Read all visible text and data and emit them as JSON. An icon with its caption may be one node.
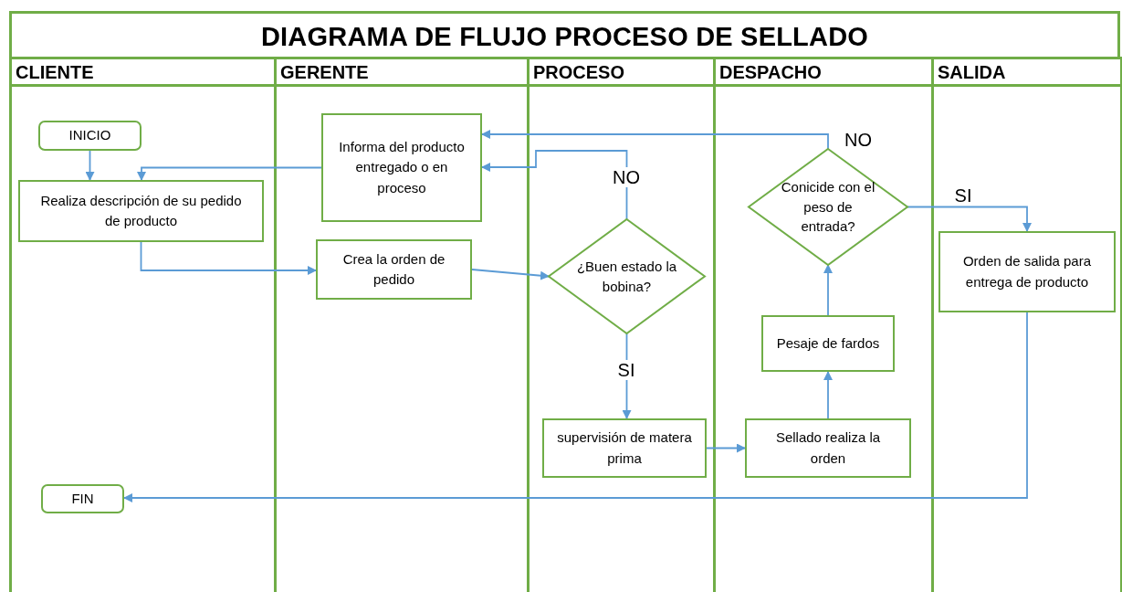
{
  "diagram": {
    "title": "DIAGRAMA DE FLUJO PROCESO DE SELLADO",
    "nodes": [
      {
        "text": [
          "CLIENTE"
        ]
      },
      {
        "text": [
          "GERENTE"
        ]
      },
      {
        "text": [
          "PROCESO"
        ]
      },
      {
        "text": [
          "DESPACHO"
        ]
      },
      {
        "text": [
          "SALIDA"
        ]
      },
      {
        "text": [
          "INICIO"
        ],
        "in": 0
      },
      {
        "text": [
          "Realiza descripción de su pedido de producto"
        ],
        "in": 0
      },
      {
        "text": [
          "FIN"
        ],
        "in": 0
      },
      {
        "text": [
          "Informa del producto entregado o en proceso"
        ],
        "in": 1
      },
      {
        "text": [
          "Crea la orden de pedido"
        ],
        "in": 1
      },
      {
        "text": [
          "¿Buen estado la bobina?"
        ],
        "in": 2
      },
      {
        "text": [
          "supervisión de matera prima"
        ],
        "in": 2
      },
      {
        "text": [
          "Conicide con el peso de entrada?"
        ],
        "in": 3
      },
      {
        "text": [
          "Pesaje de fardos"
        ],
        "in": 3
      },
      {
        "text": [
          "Sellado realiza la orden"
        ],
        "in": 3
      },
      {
        "text": [
          "Orden de salida para entrega de producto"
        ],
        "in": 4
      }
    ],
    "edges": [
      {
        "from": 5,
        "to": 6,
        "arrow": "to"
      },
      {
        "from": 8,
        "to": 6,
        "arrow": "to"
      },
      {
        "from": 6,
        "to": 9,
        "arrow": "to"
      },
      {
        "from": 9,
        "to": 10,
        "arrow": "to"
      },
      {
        "from": 10,
        "to": 8,
        "arrow": "to",
        "label": "NO"
      },
      {
        "from": 10,
        "to": 11,
        "arrow": "to",
        "label": "SI"
      },
      {
        "from": 11,
        "to": 14,
        "arrow": "to"
      },
      {
        "from": 14,
        "to": 13,
        "arrow": "to"
      },
      {
        "from": 13,
        "to": 12,
        "arrow": "to"
      },
      {
        "from": 12,
        "to": 8,
        "arrow": "to",
        "label": "NO"
      },
      {
        "from": 12,
        "to": 15,
        "arrow": "to",
        "label": "SI"
      },
      {
        "from": 15,
        "to": 7,
        "arrow": "to"
      }
    ]
  }
}
